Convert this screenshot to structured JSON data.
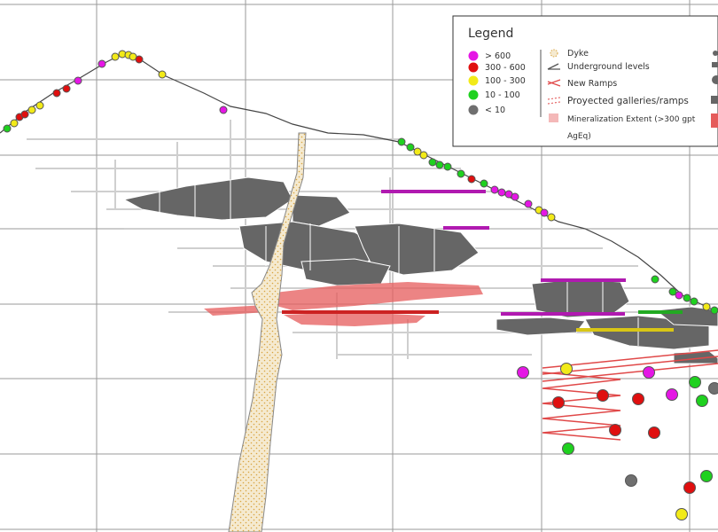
{
  "legend": {
    "title": "Legend",
    "grade_classes": [
      {
        "label": "> 600",
        "color": "#e516e5"
      },
      {
        "label": "300 - 600",
        "color": "#e00f0f"
      },
      {
        "label": "100 - 300",
        "color": "#f2ea18"
      },
      {
        "label": "10 - 100",
        "color": "#1fd11f"
      },
      {
        "label": "< 10",
        "color": "#6f6f6f"
      }
    ],
    "features": [
      {
        "label": "Dyke",
        "icon": "dyke-icon"
      },
      {
        "label": "Underground levels",
        "icon": "underground-levels-icon"
      },
      {
        "label": "New Ramps",
        "icon": "new-ramps-icon"
      },
      {
        "label": "Proyected galleries/ramps",
        "icon": "projected-galleries-icon"
      },
      {
        "label": "Mineralization Extent (>300 gpt",
        "icon": "mineralization-extent-icon"
      },
      {
        "label": "AgEq)",
        "icon": ""
      }
    ]
  },
  "colors": {
    "dyke_fill": "#f5ead0",
    "dyke_dots": "#d9a441",
    "stopes": "#666666",
    "mineralization": "#e55b5b",
    "levels": "#cccccc",
    "topography": "#444444",
    "grid": "#9a9a9a"
  }
}
